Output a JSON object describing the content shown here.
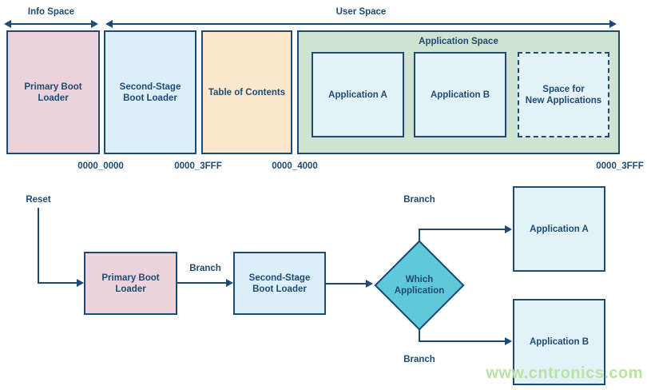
{
  "colors": {
    "navy": "#1d4b75",
    "pink": "#ecd2db",
    "light_blue": "#dceef7",
    "pale_blue": "#e3f1f9",
    "peach": "#fde8cd",
    "green": "#cfe3d0",
    "teal": "#5fc8d9",
    "watermark_green": "#b8e49f"
  },
  "memory_map": {
    "info_space_label": "Info Space",
    "user_space_label": "User Space",
    "application_space_label": "Application Space",
    "primary_boot_loader": "Primary Boot\nLoader",
    "second_stage_boot_loader": "Second-Stage\nBoot Loader",
    "table_of_contents": "Table of Contents",
    "application_a": "Application A",
    "application_b": "Application B",
    "space_for_new_applications": "Space for\nNew Applications",
    "addresses": [
      "0000_0000",
      "0000_3FFF",
      "0000_4000",
      "0000_3FFF"
    ]
  },
  "flowchart": {
    "reset_label": "Reset",
    "branch_labels": [
      "Branch",
      "Branch",
      "Branch"
    ],
    "primary_boot_loader": "Primary Boot\nLoader",
    "second_stage_boot_loader": "Second-Stage\nBoot Loader",
    "decision": "Which\nApplication",
    "application_a": "Application A",
    "application_b": "Application B"
  },
  "watermark": "www.cntronics.com"
}
